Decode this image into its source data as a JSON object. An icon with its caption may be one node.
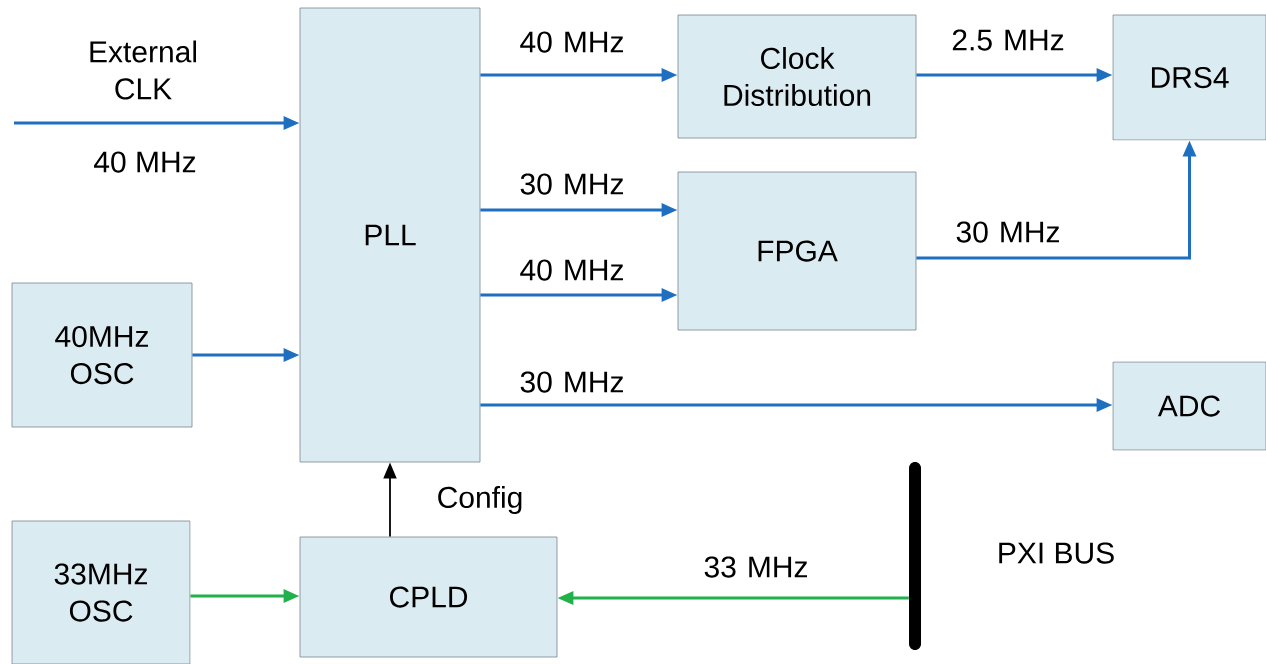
{
  "diagram": {
    "nodes": [
      {
        "text": [
          "PLL"
        ]
      },
      {
        "text": [
          "Clock Distribution"
        ]
      },
      {
        "text": [
          "DRS4"
        ]
      },
      {
        "text": [
          "FPGA"
        ]
      },
      {
        "text": [
          "40MHz OSC"
        ]
      },
      {
        "text": [
          "ADC"
        ]
      },
      {
        "text": [
          "33MHz OSC"
        ]
      },
      {
        "text": [
          "CPLD"
        ]
      },
      {
        "text": [],
        "shape": "bar",
        "beside": [
          "PXI BUS"
        ]
      }
    ],
    "edges": [
      {
        "from": null,
        "to": 0,
        "arrow": "to",
        "label": "External CLK"
      },
      {
        "from": 4,
        "to": 0,
        "arrow": "to"
      },
      {
        "from": 0,
        "to": 1,
        "arrow": "to",
        "label": "40 MHz"
      },
      {
        "from": 0,
        "to": 3,
        "arrow": "to",
        "label": "30 MHz"
      },
      {
        "from": 0,
        "to": 3,
        "arrow": "to",
        "label": "40 MHz"
      },
      {
        "from": 0,
        "to": 5,
        "arrow": "to",
        "label": "30 MHz"
      },
      {
        "from": 1,
        "to": 2,
        "arrow": "to",
        "label": "2.5 MHz"
      },
      {
        "from": 3,
        "to": 2,
        "arrow": "to",
        "label": "30 MHz"
      },
      {
        "from": 7,
        "to": 0,
        "arrow": "to",
        "label": "Config",
        "color": "#000000"
      },
      {
        "from": 6,
        "to": 7,
        "arrow": "to",
        "color": "#22b04b"
      },
      {
        "from": 8,
        "to": 7,
        "arrow": "to",
        "label": "33 MHz",
        "color": "#22b04b"
      }
    ],
    "labels": [
      "40 MHz"
    ]
  }
}
